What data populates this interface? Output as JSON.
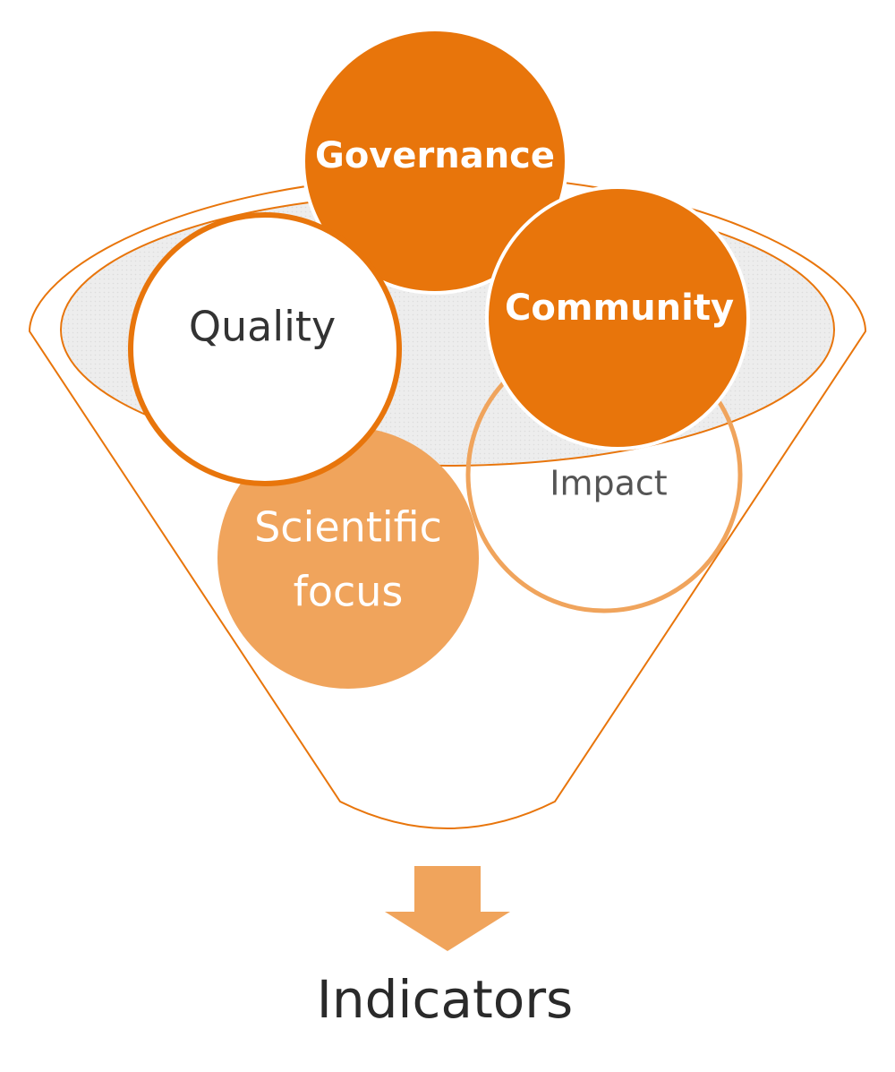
{
  "colors": {
    "primary": "#E8750B",
    "light": "#F0A45C",
    "rim_fill": "#EBEBEB",
    "stroke": "#E8750B",
    "text_dark": "#333333"
  },
  "circles": {
    "governance": {
      "label": "Governance"
    },
    "community": {
      "label": "Community"
    },
    "quality": {
      "label": "Quality"
    },
    "impact": {
      "label": "Impact"
    },
    "scientific_focus": {
      "line1": "Scientific",
      "line2": "focus"
    }
  },
  "arrow": {
    "icon": "down-arrow-icon"
  },
  "output": {
    "label": "Indicators"
  }
}
